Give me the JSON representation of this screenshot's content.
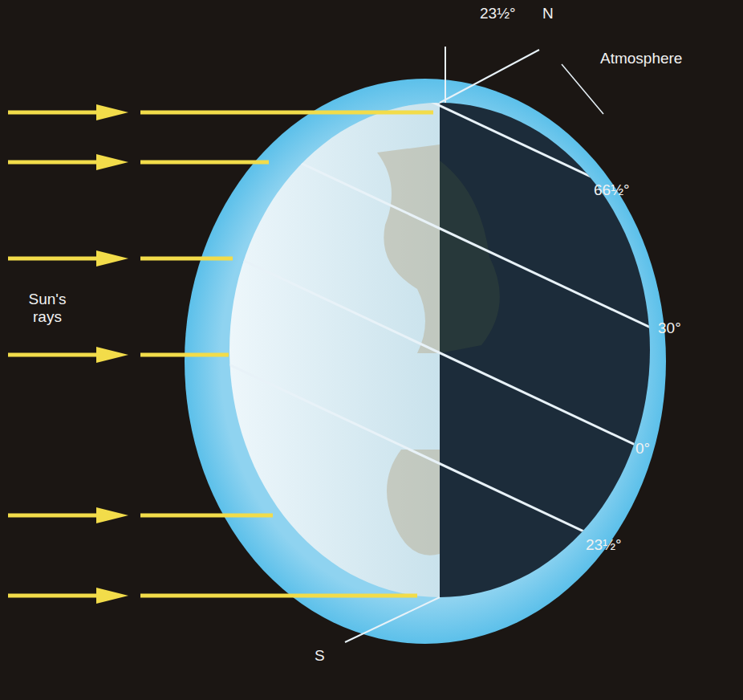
{
  "diagram": {
    "labels": [
      "23½°",
      "N",
      "Atmosphere",
      "Sun's rays",
      "66½°",
      "30°",
      "0°",
      "23½°",
      "S"
    ]
  }
}
